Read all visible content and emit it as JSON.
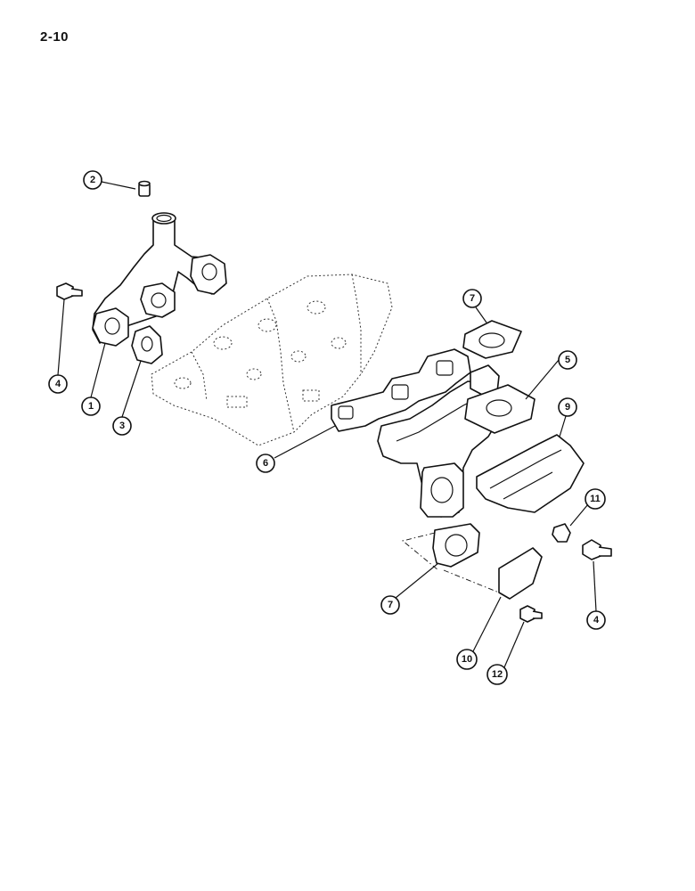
{
  "page": {
    "number": "2-10"
  },
  "callouts": [
    {
      "id": "c1",
      "label": "1"
    },
    {
      "id": "c2",
      "label": "2"
    },
    {
      "id": "c3",
      "label": "3"
    },
    {
      "id": "c4a",
      "label": "4"
    },
    {
      "id": "c4b",
      "label": "4"
    },
    {
      "id": "c5",
      "label": "5"
    },
    {
      "id": "c6",
      "label": "6"
    },
    {
      "id": "c7a",
      "label": "7"
    },
    {
      "id": "c7b",
      "label": "7"
    },
    {
      "id": "c9",
      "label": "9"
    },
    {
      "id": "c10",
      "label": "10"
    },
    {
      "id": "c11",
      "label": "11"
    },
    {
      "id": "c12",
      "label": "12"
    }
  ]
}
